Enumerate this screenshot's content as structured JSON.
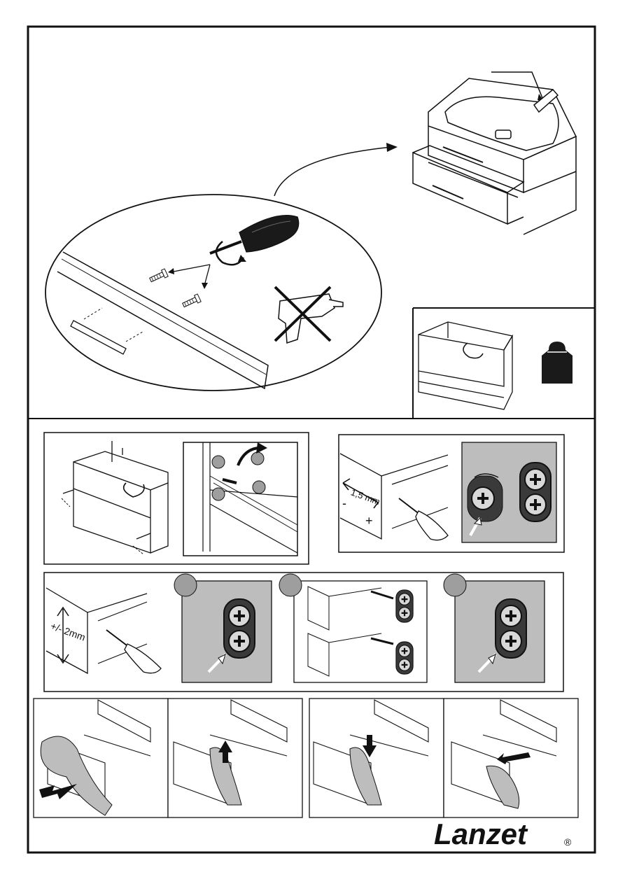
{
  "brand": {
    "name": "Lanzet",
    "registered": "®"
  },
  "labels": {
    "range_horizontal": "1,5 mm",
    "range_vertical": "+/- 2mm",
    "minus": "-",
    "plus": "+"
  },
  "icons": {
    "screwdriver": "screwdriver-icon",
    "no_drill": "crossed-out-drill-icon",
    "weight": "weight-icon",
    "direction_arrow": "arrow-icon"
  },
  "colors": {
    "line": "#111111",
    "panel_gray": "#bdbdbd",
    "cam_dark": "#3a3a3a",
    "marker_gray": "#9e9e9e"
  }
}
